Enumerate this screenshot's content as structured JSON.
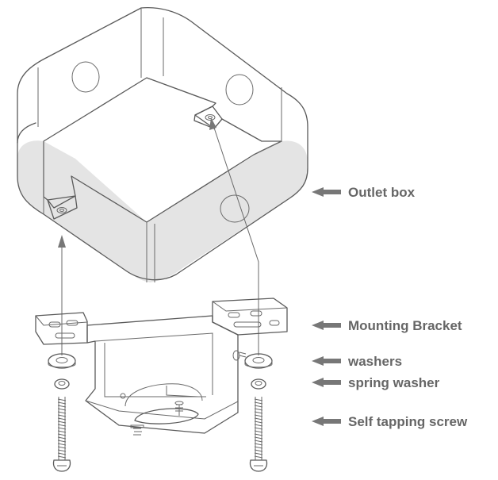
{
  "labels": {
    "outlet_box": "Outlet box",
    "mounting_bracket": "Mounting Bracket",
    "washers": "washers",
    "spring_washer": "spring washer",
    "self_tapping_screw": "Self tapping screw"
  },
  "colors": {
    "line": "#5a5a5a",
    "box_shade": "#e4e4e4",
    "text": "#666666",
    "arrow": "#777777"
  },
  "icons": {
    "callout_pointer": "left-arrow-icon"
  }
}
